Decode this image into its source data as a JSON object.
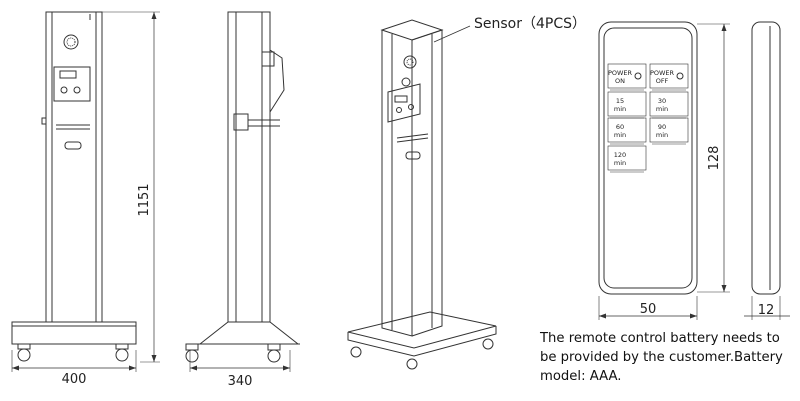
{
  "front_view": {
    "height_label": "1151",
    "width_label": "400"
  },
  "side_view": {
    "depth_label": "340"
  },
  "perspective_view": {
    "callout": "Sensor（4PCS）"
  },
  "remote": {
    "height_label": "128",
    "width_label": "50",
    "thickness_label": "12",
    "buttons": [
      {
        "line1": "POWER",
        "line2": "ON"
      },
      {
        "line1": "POWER",
        "line2": "OFF"
      },
      {
        "line1": "15",
        "line2": "min"
      },
      {
        "line1": "30",
        "line2": "min"
      },
      {
        "line1": "60",
        "line2": "min"
      },
      {
        "line1": "90",
        "line2": "min"
      },
      {
        "line1": "120",
        "line2": "min"
      }
    ]
  },
  "note": "The remote control battery needs to be provided by the customer.Battery model: AAA."
}
